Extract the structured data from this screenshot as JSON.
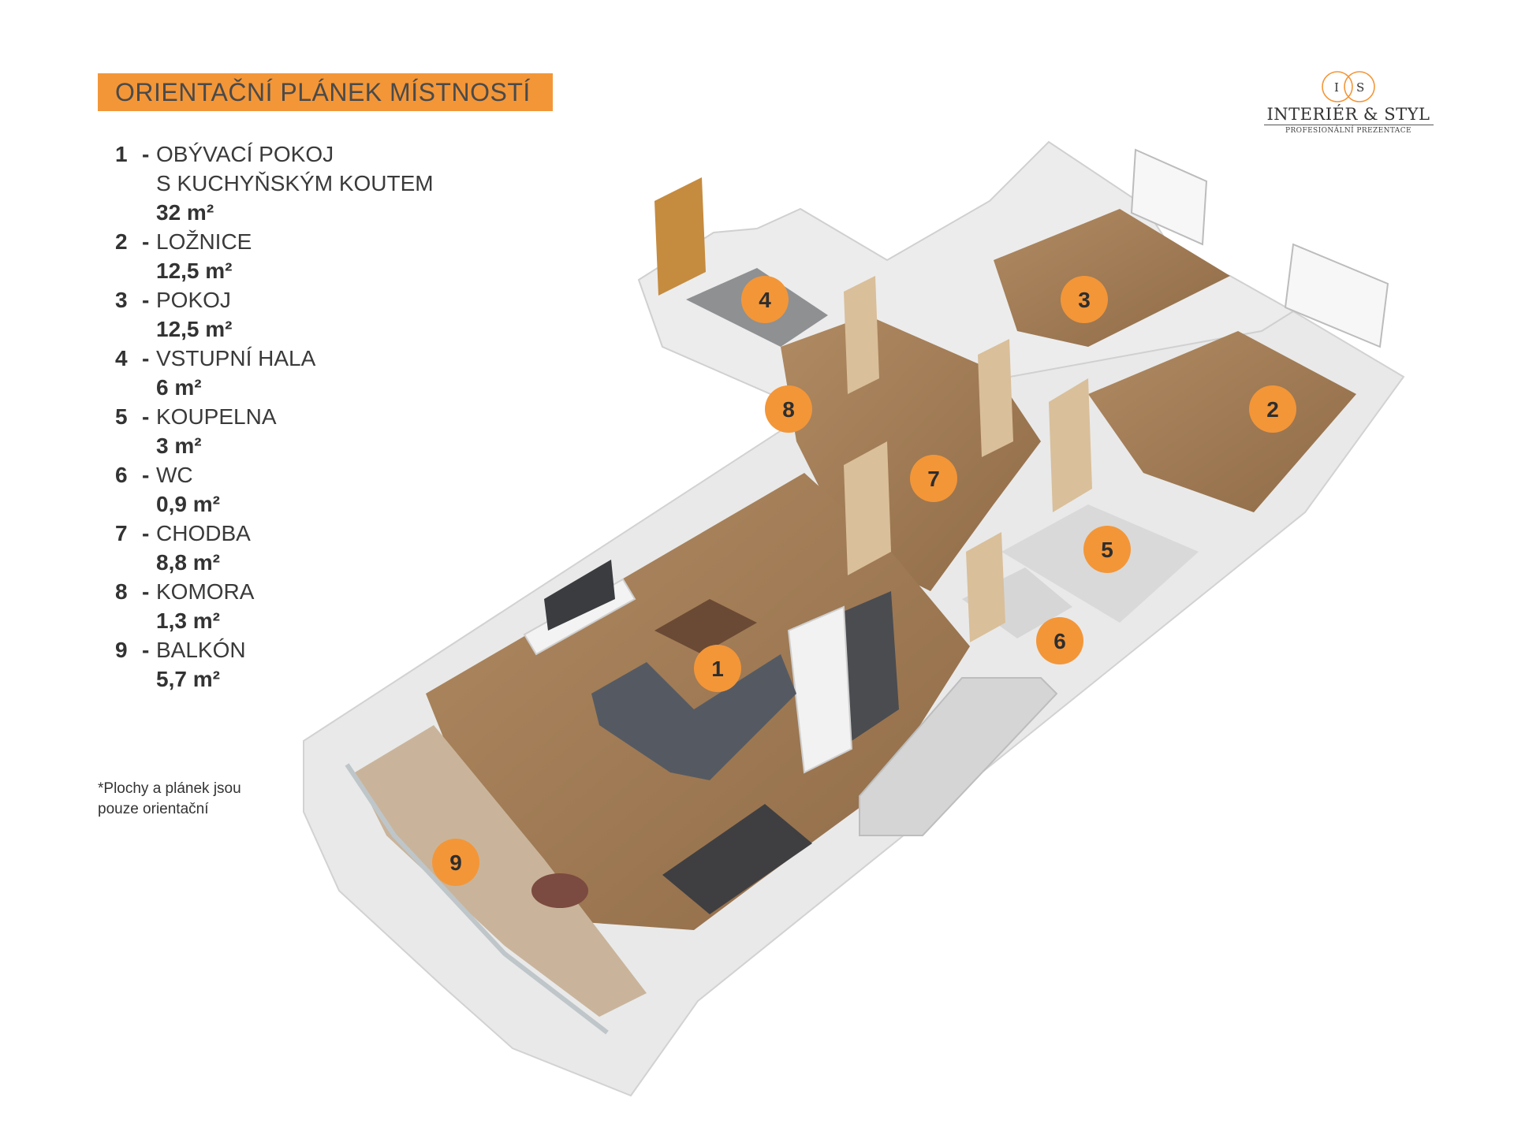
{
  "title": "ORIENTAČNÍ PLÁNEK MÍSTNOSTÍ",
  "logo": {
    "monogram_left": "I",
    "monogram_right": "S",
    "name": "INTERIÉR & STYL",
    "subtitle": "PROFESIONÁLNÍ PREZENTACE"
  },
  "rooms": [
    {
      "number": "1",
      "name_lines": [
        "OBÝVACÍ POKOJ",
        "S KUCHYŇSKÝM KOUTEM"
      ],
      "area": "32 m²"
    },
    {
      "number": "2",
      "name_lines": [
        "LOŽNICE"
      ],
      "area": "12,5 m²"
    },
    {
      "number": "3",
      "name_lines": [
        "POKOJ"
      ],
      "area": "12,5 m²"
    },
    {
      "number": "4",
      "name_lines": [
        "VSTUPNÍ HALA"
      ],
      "area": "6 m²"
    },
    {
      "number": "5",
      "name_lines": [
        "KOUPELNA"
      ],
      "area": "3 m²"
    },
    {
      "number": "6",
      "name_lines": [
        "WC"
      ],
      "area": "0,9 m²"
    },
    {
      "number": "7",
      "name_lines": [
        "CHODBA"
      ],
      "area": "8,8 m²"
    },
    {
      "number": "8",
      "name_lines": [
        "KOMORA"
      ],
      "area": "1,3 m²"
    },
    {
      "number": "9",
      "name_lines": [
        "BALKÓN"
      ],
      "area": "5,7 m²"
    }
  ],
  "note_lines": [
    "*Plochy  a plánek jsou",
    "pouze orientační"
  ],
  "colors": {
    "accent": "#f39638",
    "floor_wood": "#a07a55",
    "wall": "#ececec",
    "sofa": "#555a62",
    "tile": "#8c8e90"
  }
}
